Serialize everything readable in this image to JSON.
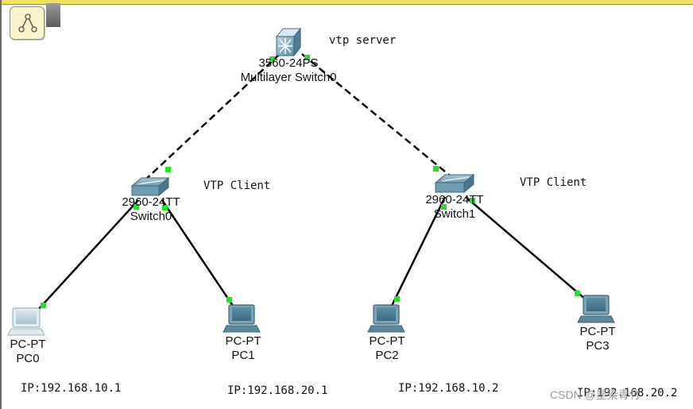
{
  "workspace": {
    "cluster_icon": "cluster-navigation-icon"
  },
  "devices": {
    "ms": {
      "model": "3560-24PS",
      "name": "Multilayer Switch0",
      "note": "vtp server"
    },
    "sw0": {
      "model": "2960-24TT",
      "name": "Switch0",
      "note": "VTP Client"
    },
    "sw1": {
      "model": "2960-24TT",
      "name": "Switch1",
      "note": "VTP Client"
    },
    "pc0": {
      "model": "PC-PT",
      "name": "PC0",
      "ip": "IP:192.168.10.1"
    },
    "pc1": {
      "model": "PC-PT",
      "name": "PC1",
      "ip": "IP:192.168.20.1"
    },
    "pc2": {
      "model": "PC-PT",
      "name": "PC2",
      "ip": "IP:192.168.10.2"
    },
    "pc3": {
      "model": "PC-PT",
      "name": "PC3",
      "ip": "IP:192.168.20.2"
    }
  },
  "links": [
    {
      "from": "ms",
      "to": "sw0",
      "style": "dashed",
      "status": "up"
    },
    {
      "from": "ms",
      "to": "sw1",
      "style": "dashed",
      "status": "up"
    },
    {
      "from": "sw0",
      "to": "pc0",
      "style": "solid",
      "status": "up"
    },
    {
      "from": "sw0",
      "to": "pc1",
      "style": "solid",
      "status": "up"
    },
    {
      "from": "sw1",
      "to": "pc2",
      "style": "solid",
      "status": "up"
    },
    {
      "from": "sw1",
      "to": "pc3",
      "style": "solid",
      "status": "up"
    }
  ],
  "watermark": "CSDN @墨染青竹"
}
